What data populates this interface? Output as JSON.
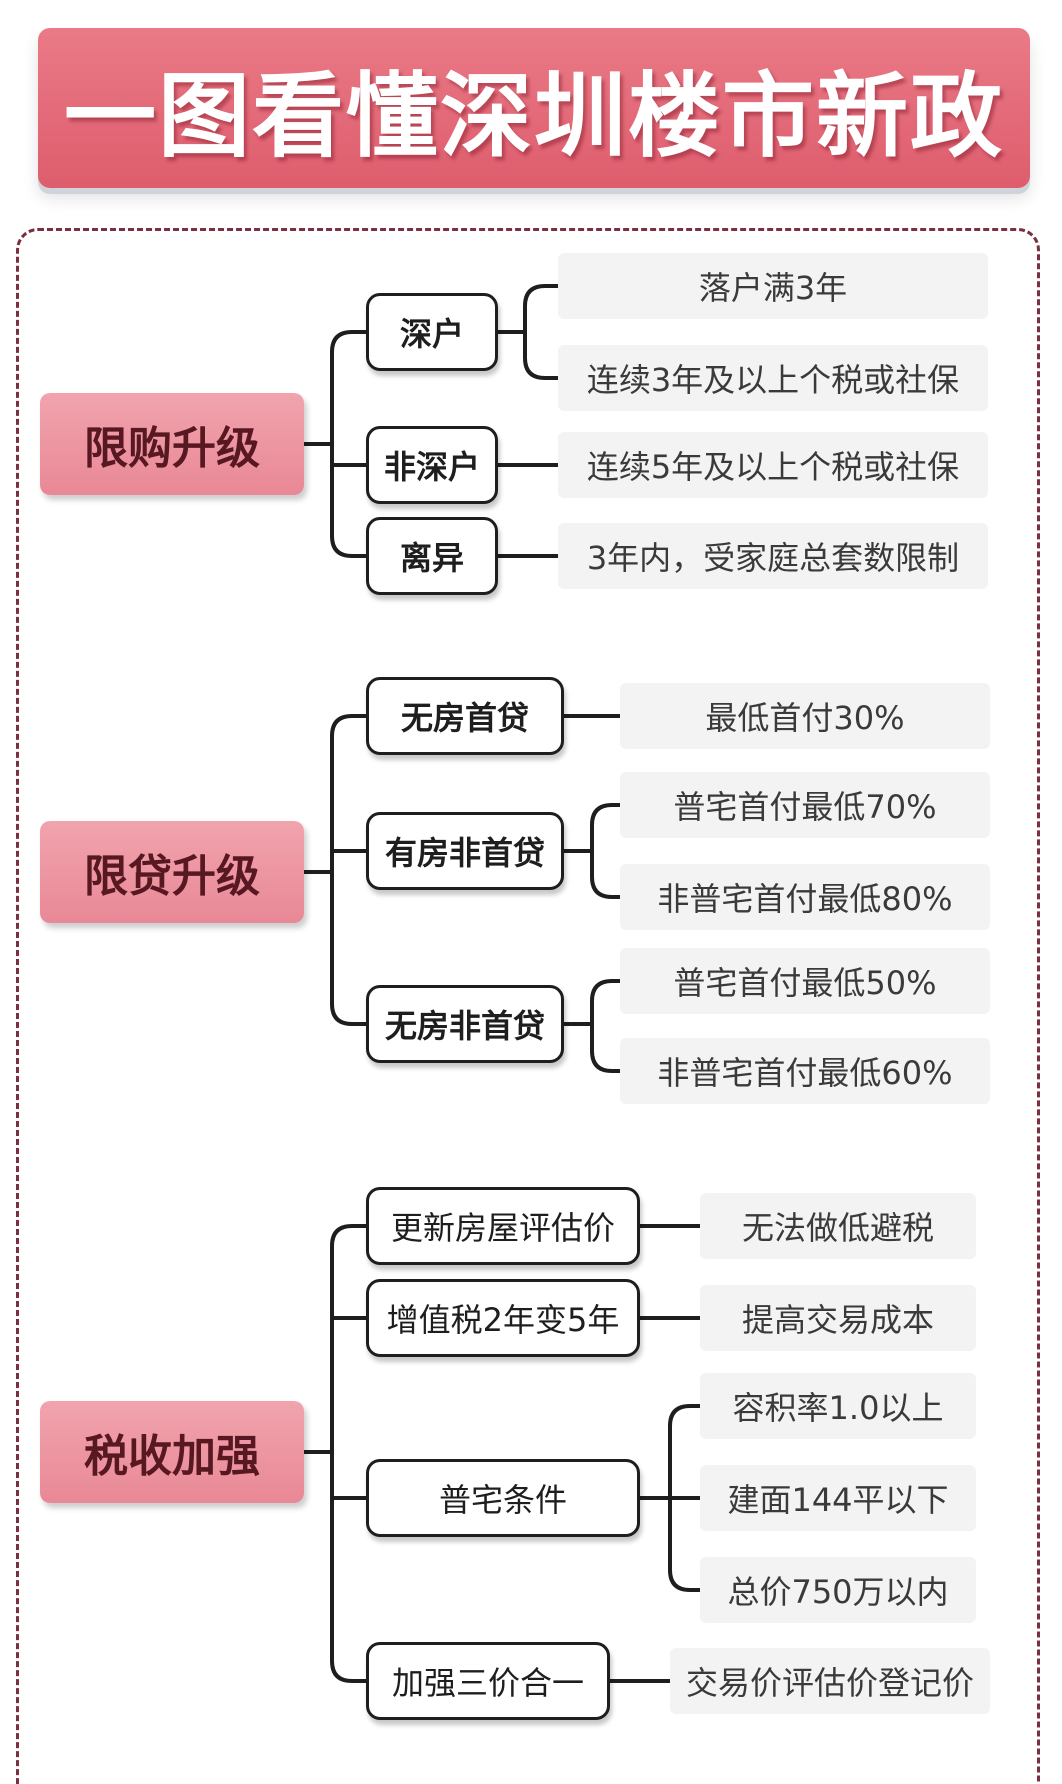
{
  "title": "一图看懂深圳楼市新政",
  "sections": {
    "purchase": {
      "label": "限购升级",
      "nodes": {
        "shenhu": {
          "label": "深户",
          "leaves": [
            "落户满3年",
            "连续3年及以上个税或社保"
          ]
        },
        "feishenhu": {
          "label": "非深户",
          "leaves": [
            "连续5年及以上个税或社保"
          ]
        },
        "liyi": {
          "label": "离异",
          "leaves": [
            "3年内，受家庭总套数限制"
          ]
        }
      }
    },
    "loan": {
      "label": "限贷升级",
      "nodes": {
        "wufang_shoudai": {
          "label": "无房首贷",
          "leaves": [
            "最低首付30%"
          ]
        },
        "youfang_feishoudai": {
          "label": "有房非首贷",
          "leaves": [
            "普宅首付最低70%",
            "非普宅首付最低80%"
          ]
        },
        "wufang_feishoudai": {
          "label": "无房非首贷",
          "leaves": [
            "普宅首付最低50%",
            "非普宅首付最低60%"
          ]
        }
      }
    },
    "tax": {
      "label": "税收加强",
      "nodes": {
        "pinggu": {
          "label": "更新房屋评估价",
          "leaves": [
            "无法做低避税"
          ]
        },
        "zengzhishui": {
          "label": "增值税2年变5年",
          "leaves": [
            "提高交易成本"
          ]
        },
        "puzhai": {
          "label": "普宅条件",
          "leaves": [
            "容积率1.0以上",
            "建面144平以下",
            "总价750万以内"
          ]
        },
        "sanjia": {
          "label": "加强三价合一",
          "leaves": [
            "交易价评估价登记价"
          ]
        }
      }
    }
  }
}
